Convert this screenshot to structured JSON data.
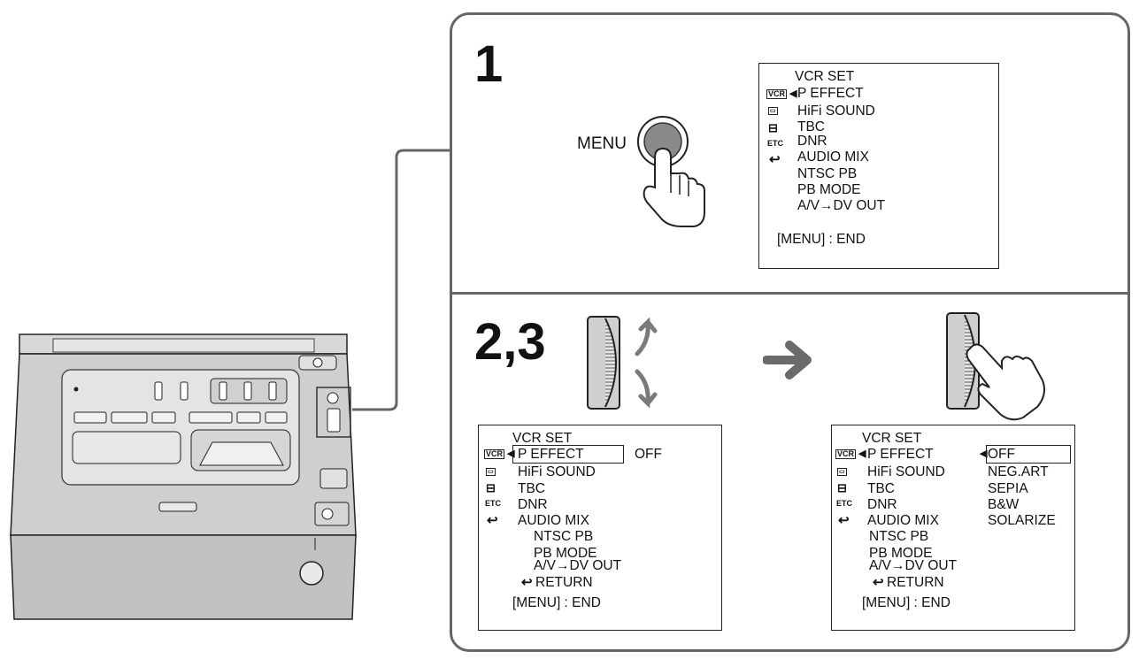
{
  "step1": {
    "number": "1",
    "button_label": "MENU",
    "screen": {
      "title": "VCR SET",
      "items": [
        "P EFFECT",
        "HiFi SOUND",
        "TBC",
        "DNR",
        "AUDIO MIX",
        "NTSC PB",
        "PB MODE",
        "A/V→DV OUT"
      ],
      "footer": "[MENU] : END"
    }
  },
  "step23": {
    "number": "2,3",
    "left_screen": {
      "title": "VCR SET",
      "items": [
        "P EFFECT",
        "HiFi SOUND",
        "TBC",
        "DNR",
        "AUDIO MIX",
        "NTSC PB",
        "PB MODE",
        "A/V→DV OUT",
        "RETURN"
      ],
      "value": "OFF",
      "footer": "[MENU] : END"
    },
    "right_screen": {
      "title": "VCR SET",
      "items": [
        "P EFFECT",
        "HiFi SOUND",
        "TBC",
        "DNR",
        "AUDIO MIX",
        "NTSC PB",
        "PB MODE",
        "A/V→DV OUT",
        "RETURN"
      ],
      "options": [
        "OFF",
        "NEG.ART",
        "SEPIA",
        "B&W",
        "SOLARIZE"
      ],
      "footer": "[MENU] : END"
    }
  },
  "icons": [
    "vcr-icon",
    "camera-icon",
    "toolbox-icon",
    "etc-icon",
    "return-icon"
  ],
  "colors": {
    "border": "#666666",
    "ink": "#111111",
    "arrow": "#6a6a6a"
  }
}
